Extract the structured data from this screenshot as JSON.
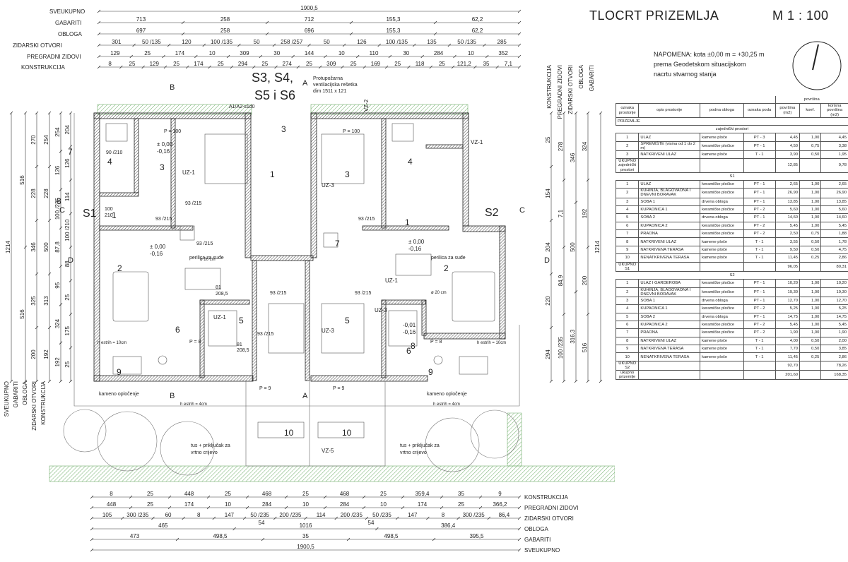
{
  "header": {
    "title": "TLOCRT PRIZEMLJA",
    "scale": "M  1 : 100",
    "note_lines": [
      "NAPOMENA: kota ±0,00 m = +30,25 m",
      "prema Geodetskom situacijskom",
      "nacrtu stvarnog stanja"
    ]
  },
  "top_dims": {
    "labels": [
      "SVEUKUPNO",
      "GABARITI",
      "OBLOGA",
      "ZIDARSKI OTVORI",
      "PREGRADNI ZIDOVI",
      "KONSTRUKCIJA"
    ],
    "sveukupno": [
      "1900,5"
    ],
    "gabariti": [
      "713",
      "258",
      "712",
      "155,3",
      "62,2"
    ],
    "obloga": [
      "697",
      "258",
      "696",
      "155,3",
      "62,2"
    ],
    "zidarski": [
      "301",
      "50 /135",
      "120",
      "100 /135",
      "50",
      "258 /257",
      "50",
      "126",
      "100 /135",
      "135",
      "50 /135",
      "285"
    ],
    "pregradni": [
      "129",
      "25",
      "174",
      "10",
      "309",
      "30",
      "144",
      "10",
      "110",
      "30",
      "284",
      "10",
      "352"
    ],
    "konstrukcija": [
      "8",
      "25",
      "129",
      "25",
      "174",
      "25",
      "294",
      "25",
      "274",
      "25",
      "309",
      "25",
      "169",
      "25",
      "118",
      "25",
      "121,2",
      "35",
      "7,1"
    ]
  },
  "bottom_dims": {
    "labels": [
      "KONSTRUKCIJA",
      "PREGRADNI ZIDOVI",
      "ZIDARSKI OTVORI",
      "OBLOGA",
      "GABARITI",
      "SVEUKUPNO"
    ],
    "konstrukcija": [
      "8",
      "25",
      "448",
      "25",
      "468",
      "25",
      "468",
      "25",
      "359,4",
      "35",
      "9"
    ],
    "pregradni": [
      "448",
      "25",
      "174",
      "10",
      "284",
      "10",
      "284",
      "10",
      "174",
      "25",
      "366,2"
    ],
    "zidarski": [
      "105",
      "300 /235",
      "60",
      "8",
      "147",
      "50 /235",
      "200 /235",
      "114",
      "200 /235",
      "50 /235",
      "147",
      "8",
      "300 /235",
      "86,4"
    ],
    "obloga": [
      "465",
      "1016",
      "386,4"
    ],
    "gabariti": [
      "473",
      "498,5",
      "35",
      "498,5",
      "395,5"
    ],
    "sveukupno": [
      "1900,5"
    ],
    "mid": [
      "54",
      "54"
    ]
  },
  "left_dims": {
    "labels": [
      "SVEUKUPNO",
      "GABARITI",
      "OBLOGA",
      "ZIDARSKI OTVORI",
      "KONSTRUKCIJA"
    ],
    "total": "1214",
    "col2": [
      "516",
      "516"
    ],
    "col3": [
      "270",
      "228",
      "346",
      "325",
      "200"
    ],
    "col4": [
      "254",
      "228",
      "500",
      "313",
      "192"
    ],
    "col5": [
      "254",
      "126",
      "100 /235",
      "87,8",
      "95",
      "324",
      "192"
    ],
    "col6": [
      "204",
      "126",
      "114",
      "100 /210",
      "88",
      "25",
      "175",
      "25"
    ]
  },
  "right_dims": {
    "labels": [
      "KONSTRUKCIJA",
      "PREGRADNI ZIDOVI",
      "ZIDARSKI OTVORI",
      "OBLOGA",
      "GABARITI"
    ],
    "total": "1214",
    "vals": [
      "25",
      "154",
      "204",
      "220",
      "294",
      "278",
      "7,1",
      "84,9",
      "100 /235",
      "346",
      "500",
      "316,3",
      "324",
      "192",
      "200",
      "516"
    ]
  },
  "plan": {
    "section_labels": [
      "S3, S4,",
      "S5 i S6",
      "S1",
      "S2"
    ],
    "cut_marks": [
      "A",
      "A",
      "B",
      "B",
      "C",
      "C",
      "D",
      "D"
    ],
    "annotations": [
      "Protupožarna",
      "ventilacijska rešetka",
      "dim 1511 x 121",
      "A1/A2-s1d0",
      "perilica za suđe",
      "perilica za suđe",
      "kameno opločenje",
      "kameno opločenje",
      "h estrih = 10cm",
      "h estrih = 10cm",
      "h estrih = 4cm",
      "h estrih = 4cm",
      "tus + priključak za",
      "vrtno crijevo",
      "tus + priključak za",
      "vrtno crijevo",
      "ø 20 cm",
      "ø 20 cm",
      "VZ-1",
      "VZ-2",
      "VZ-5",
      "UZ-1",
      "UZ-1",
      "UZ-1",
      "UZ-3",
      "UZ-3",
      "UZ-3"
    ],
    "levels": [
      "± 0,00",
      "-0,16",
      "± 0,00",
      "-0,16",
      "± 0,00",
      "-0,16",
      "± 0,00",
      "-0,16",
      "-0,01",
      "-0,16",
      "-0,01",
      "-0,16"
    ],
    "rooms_left": [
      "1",
      "2",
      "3",
      "4",
      "5",
      "6",
      "7",
      "8",
      "9"
    ],
    "rooms_right": [
      "1",
      "2",
      "3",
      "4",
      "5",
      "6",
      "7",
      "8",
      "9"
    ],
    "rooms_center": [
      "1",
      "3",
      "10",
      "10"
    ],
    "door_dims": [
      "93 /215",
      "93 /215",
      "93 /215",
      "93 /215",
      "93 /215",
      "93 /215",
      "90 /210",
      "93 /215",
      "81",
      "208,5",
      "81",
      "208,5",
      "100",
      "210",
      "P = 8",
      "P = 8",
      "P = 9",
      "P = 9",
      "P = 100",
      "P = 100"
    ]
  },
  "area_table": {
    "head": {
      "c0": "oznaka prostorije",
      "c1": "opis prostorije",
      "c2": "podna obloga",
      "c3": "oznaka poda",
      "c4": "površina (m2)",
      "c5": "koef.",
      "c6": "korisna površina (m2)",
      "top": "površina"
    },
    "floor": "PRIZEMLJE",
    "common_title": "zajednički prostori",
    "common": [
      [
        "1",
        "ULAZ",
        "kamene ploče",
        "PT - 3",
        "4,45",
        "1,00",
        "4,45"
      ],
      [
        "2",
        "SPREMIŠTE  (visina od 1 do 2 m)",
        "keramičke pločice",
        "PT - 1",
        "4,50",
        "0,75",
        "3,38"
      ],
      [
        "3",
        "NATKRIVENI ULAZ",
        "kamene ploče",
        "T - 1",
        "3,90",
        "0,50",
        "1,95"
      ]
    ],
    "common_total": [
      "UKUPNO zajednički prostori",
      "",
      "",
      "",
      "12,85",
      "",
      "9,78"
    ],
    "s1_title": "S1",
    "s1": [
      [
        "1",
        "ULAZ",
        "keramičke pločice",
        "PT - 1",
        "2,65",
        "1,00",
        "2,65"
      ],
      [
        "2",
        "KUHINJA, BLAGOVAONA I DNEVNI BORAVAK",
        "keramičke pločice",
        "PT - 1",
        "26,90",
        "1,00",
        "26,90"
      ],
      [
        "3",
        "SOBA 1",
        "drvena obloga",
        "PT - 1",
        "13,85",
        "1,00",
        "13,85"
      ],
      [
        "4",
        "KUPAONICA 1",
        "keramičke pločice",
        "PT - 2",
        "5,60",
        "1,00",
        "5,60"
      ],
      [
        "5",
        "SOBA 2",
        "drvena obloga",
        "PT - 1",
        "14,60",
        "1,00",
        "14,60"
      ],
      [
        "6",
        "KUPAONICA 2",
        "keramičke pločice",
        "PT - 2",
        "5,45",
        "1,00",
        "5,45"
      ],
      [
        "7",
        "PRAONA",
        "keramičke pločice",
        "PT - 2",
        "2,50",
        "0,75",
        "1,88"
      ],
      [
        "8",
        "NATKRIVENI ULAZ",
        "kamene ploče",
        "T - 1",
        "3,55",
        "0,50",
        "1,78"
      ],
      [
        "9",
        "NATKRIVENA TERASA",
        "kamene ploče",
        "T - 1",
        "9,50",
        "0,50",
        "4,75"
      ],
      [
        "10",
        "NENATKRIVENA TERASA",
        "kamene ploče",
        "T - 1",
        "11,45",
        "0,25",
        "2,86"
      ]
    ],
    "s1_total": [
      "UKUPNO S1",
      "",
      "",
      "",
      "96,05",
      "",
      "80,31"
    ],
    "s2_title": "S2",
    "s2": [
      [
        "1",
        "ULAZ I GARDEROBA",
        "keramičke pločice",
        "PT - 1",
        "10,20",
        "1,00",
        "10,20"
      ],
      [
        "2",
        "KUHINJA, BLAGOVAONA I DNEVNI BORAVAK",
        "keramičke pločice",
        "PT - 1",
        "19,30",
        "1,00",
        "19,30"
      ],
      [
        "3",
        "SOBA 1",
        "drvena obloga",
        "PT - 1",
        "12,70",
        "1,00",
        "12,70"
      ],
      [
        "4",
        "KUPAONICA 1",
        "keramičke pločice",
        "PT - 2",
        "5,25",
        "1,00",
        "5,25"
      ],
      [
        "5",
        "SOBA 2",
        "drvena obloga",
        "PT - 1",
        "14,75",
        "1,00",
        "14,75"
      ],
      [
        "6",
        "KUPAONICA 2",
        "keramičke pločice",
        "PT - 2",
        "5,45",
        "1,00",
        "5,45"
      ],
      [
        "7",
        "PRAONA",
        "keramičke pločice",
        "PT - 2",
        "1,90",
        "1,00",
        "1,90"
      ],
      [
        "8",
        "NATKRIVENI ULAZ",
        "kamene ploče",
        "T - 1",
        "4,00",
        "0,50",
        "2,00"
      ],
      [
        "9",
        "NATKRIVENA TERASA",
        "kamene ploče",
        "T - 1",
        "7,70",
        "0,50",
        "3,85"
      ],
      [
        "10",
        "NENATKRIVENA TERASA",
        "kamene ploče",
        "T - 1",
        "11,45",
        "0,25",
        "2,86"
      ]
    ],
    "s2_total": [
      "UKUPNO S2",
      "",
      "",
      "",
      "92,70",
      "",
      "78,26"
    ],
    "grand_total": [
      "ukupno prizemlje",
      "",
      "",
      "",
      "201,60",
      "",
      "168,35"
    ]
  },
  "colors": {
    "line": "#222222",
    "hatch": "#8fc48a",
    "wall": "#555555",
    "grid": "#9a9a9a"
  }
}
